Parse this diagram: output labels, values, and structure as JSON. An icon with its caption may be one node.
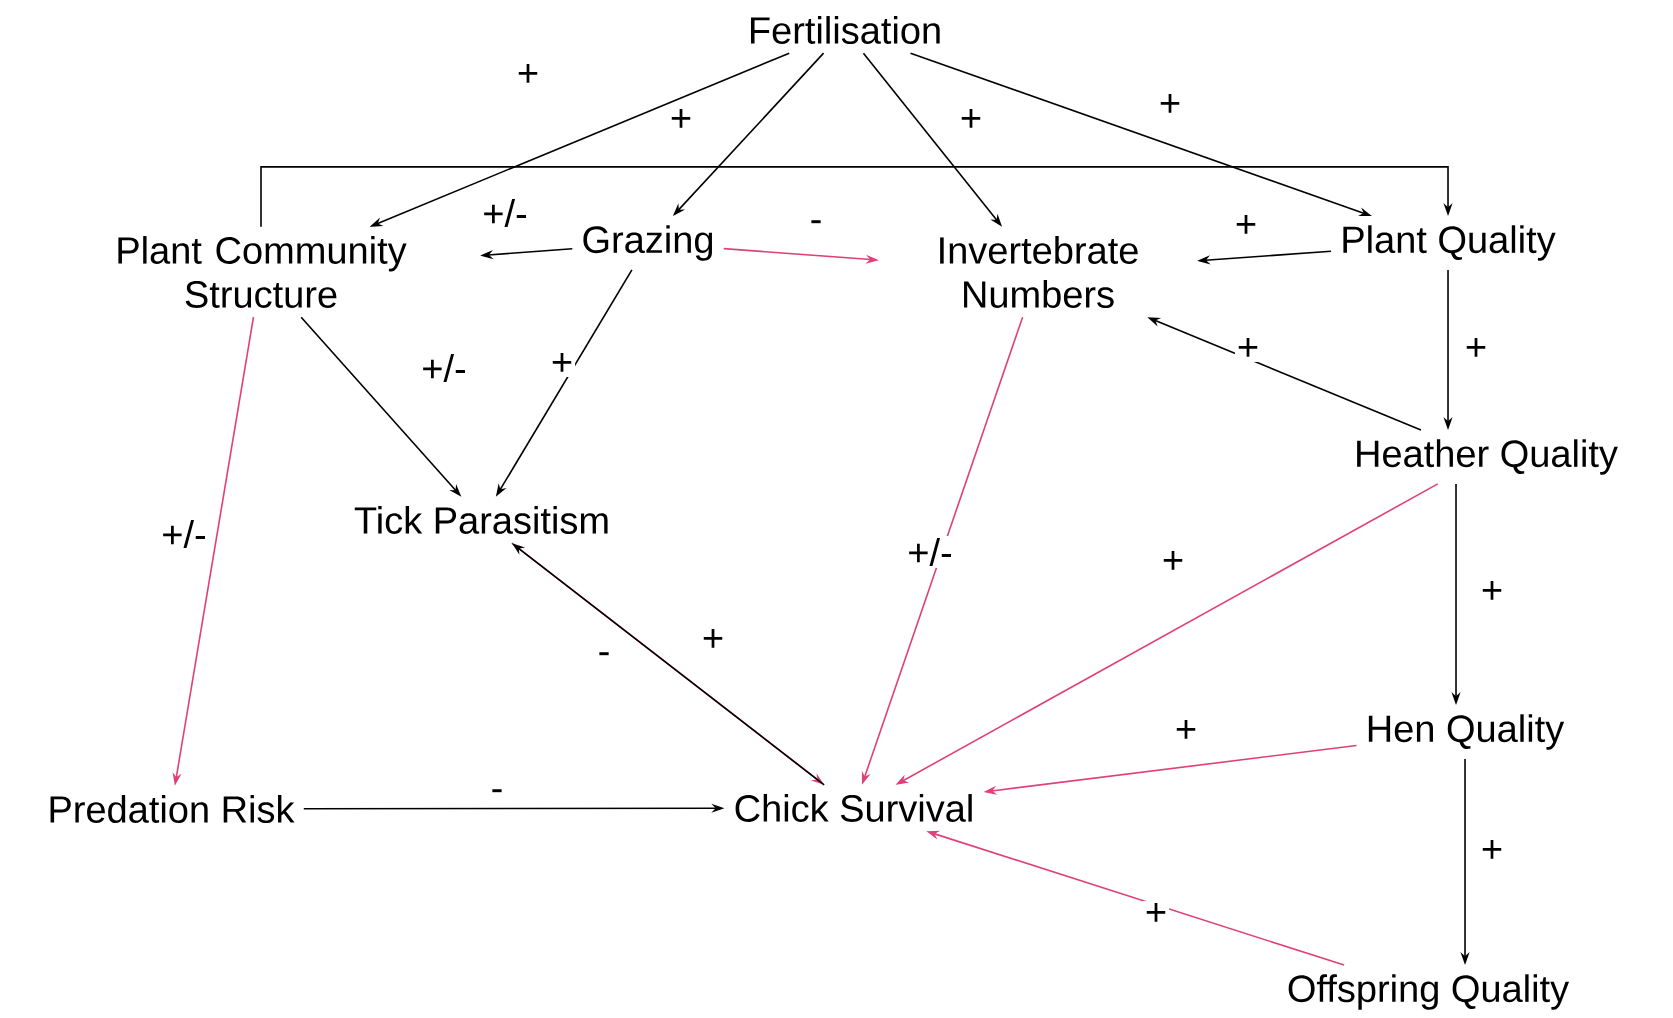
{
  "diagram": {
    "nodes": [
      {
        "text": [
          "Fertilisation"
        ]
      },
      {
        "text": [
          "Plant Community Structure"
        ]
      },
      {
        "text": [
          "Grazing"
        ]
      },
      {
        "text": [
          "Invertebrate Numbers"
        ]
      },
      {
        "text": [
          "Plant Quality"
        ]
      },
      {
        "text": [
          "Tick Parasitism"
        ]
      },
      {
        "text": [
          "Heather Quality"
        ]
      },
      {
        "text": [
          "Predation Risk"
        ]
      },
      {
        "text": [
          "Chick Survival"
        ]
      },
      {
        "text": [
          "Hen Quality"
        ]
      },
      {
        "text": [
          "Offspring Quality"
        ]
      }
    ],
    "edges": [
      {
        "from": 0,
        "to": 1,
        "arrow": "to",
        "label": "+"
      },
      {
        "from": 0,
        "to": 2,
        "arrow": "to",
        "label": "+"
      },
      {
        "from": 0,
        "to": 3,
        "arrow": "to",
        "label": "+"
      },
      {
        "from": 0,
        "to": 4,
        "arrow": "to",
        "label": "+"
      },
      {
        "from": 1,
        "to": 4,
        "arrow": "to"
      },
      {
        "from": 2,
        "to": 1,
        "arrow": "to",
        "label": "+/-"
      },
      {
        "from": 2,
        "to": 3,
        "arrow": "to",
        "label": "-",
        "color": "#e0407a"
      },
      {
        "from": 4,
        "to": 3,
        "arrow": "to",
        "label": "+"
      },
      {
        "from": 4,
        "to": 6,
        "arrow": "to",
        "label": "+"
      },
      {
        "from": 1,
        "to": 5,
        "arrow": "to",
        "label": "+/-"
      },
      {
        "from": 2,
        "to": 5,
        "arrow": "to",
        "label": "+"
      },
      {
        "from": 1,
        "to": 7,
        "arrow": "to",
        "label": "+/-",
        "color": "#e0407a"
      },
      {
        "from": 3,
        "to": 8,
        "arrow": "to",
        "label": "+/-",
        "color": "#e0407a"
      },
      {
        "from": 6,
        "to": 3,
        "arrow": "to",
        "label": "+"
      },
      {
        "from": 6,
        "to": 8,
        "arrow": "to",
        "label": "+",
        "color": "#e0407a"
      },
      {
        "from": 6,
        "to": 9,
        "arrow": "to",
        "label": "+"
      },
      {
        "from": 5,
        "to": 8,
        "arrow": "to",
        "label": "-",
        "color": "#e0407a"
      },
      {
        "from": 8,
        "to": 5,
        "arrow": "to",
        "label": "+"
      },
      {
        "from": 7,
        "to": 8,
        "arrow": "to",
        "label": "-"
      },
      {
        "from": 9,
        "to": 8,
        "arrow": "to",
        "label": "+",
        "color": "#e0407a"
      },
      {
        "from": 9,
        "to": 10,
        "arrow": "to",
        "label": "+"
      },
      {
        "from": 10,
        "to": 8,
        "arrow": "to",
        "label": "+",
        "color": "#e0407a"
      }
    ]
  }
}
